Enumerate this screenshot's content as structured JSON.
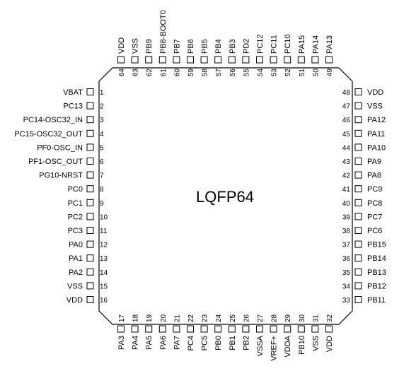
{
  "chip": {
    "package": "LQFP64"
  },
  "pins": {
    "left": [
      {
        "num": "1",
        "label": "VBAT"
      },
      {
        "num": "2",
        "label": "PC13"
      },
      {
        "num": "3",
        "label": "PC14-OSC32_IN"
      },
      {
        "num": "4",
        "label": "PC15-OSC32_OUT"
      },
      {
        "num": "5",
        "label": "PF0-OSC_IN"
      },
      {
        "num": "6",
        "label": "PF1-OSC_OUT"
      },
      {
        "num": "7",
        "label": "PG10-NRST"
      },
      {
        "num": "8",
        "label": "PC0"
      },
      {
        "num": "9",
        "label": "PC1"
      },
      {
        "num": "10",
        "label": "PC2"
      },
      {
        "num": "11",
        "label": "PC3"
      },
      {
        "num": "12",
        "label": "PA0"
      },
      {
        "num": "13",
        "label": "PA1"
      },
      {
        "num": "14",
        "label": "PA2"
      },
      {
        "num": "15",
        "label": "VSS"
      },
      {
        "num": "16",
        "label": "VDD"
      }
    ],
    "bottom": [
      {
        "num": "17",
        "label": "PA3"
      },
      {
        "num": "18",
        "label": "PA4"
      },
      {
        "num": "19",
        "label": "PA5"
      },
      {
        "num": "20",
        "label": "PA6"
      },
      {
        "num": "21",
        "label": "PA7"
      },
      {
        "num": "22",
        "label": "PC4"
      },
      {
        "num": "23",
        "label": "PC5"
      },
      {
        "num": "24",
        "label": "PB0"
      },
      {
        "num": "25",
        "label": "PB1"
      },
      {
        "num": "26",
        "label": "PB2"
      },
      {
        "num": "27",
        "label": "VSSA"
      },
      {
        "num": "28",
        "label": "VREF+"
      },
      {
        "num": "29",
        "label": "VDDA"
      },
      {
        "num": "30",
        "label": "PB10"
      },
      {
        "num": "31",
        "label": "VSS"
      },
      {
        "num": "32",
        "label": "VDD"
      }
    ],
    "right": [
      {
        "num": "48",
        "label": "VDD"
      },
      {
        "num": "47",
        "label": "VSS"
      },
      {
        "num": "46",
        "label": "PA12"
      },
      {
        "num": "45",
        "label": "PA11"
      },
      {
        "num": "44",
        "label": "PA10"
      },
      {
        "num": "43",
        "label": "PA9"
      },
      {
        "num": "42",
        "label": "PA8"
      },
      {
        "num": "41",
        "label": "PC9"
      },
      {
        "num": "40",
        "label": "PC8"
      },
      {
        "num": "39",
        "label": "PC7"
      },
      {
        "num": "38",
        "label": "PC6"
      },
      {
        "num": "37",
        "label": "PB15"
      },
      {
        "num": "36",
        "label": "PB14"
      },
      {
        "num": "35",
        "label": "PB13"
      },
      {
        "num": "34",
        "label": "PB12"
      },
      {
        "num": "33",
        "label": "PB11"
      }
    ],
    "top": [
      {
        "num": "64",
        "label": "VDD"
      },
      {
        "num": "63",
        "label": "VSS"
      },
      {
        "num": "62",
        "label": "PB9"
      },
      {
        "num": "61",
        "label": "PB8-BOOT0"
      },
      {
        "num": "60",
        "label": "PB7"
      },
      {
        "num": "59",
        "label": "PB6"
      },
      {
        "num": "58",
        "label": "PB5"
      },
      {
        "num": "57",
        "label": "PB4"
      },
      {
        "num": "56",
        "label": "PB3"
      },
      {
        "num": "55",
        "label": "PD2"
      },
      {
        "num": "54",
        "label": "PC12"
      },
      {
        "num": "53",
        "label": "PC11"
      },
      {
        "num": "52",
        "label": "PC10"
      },
      {
        "num": "51",
        "label": "PA15"
      },
      {
        "num": "50",
        "label": "PA14"
      },
      {
        "num": "49",
        "label": "PA13"
      }
    ]
  }
}
